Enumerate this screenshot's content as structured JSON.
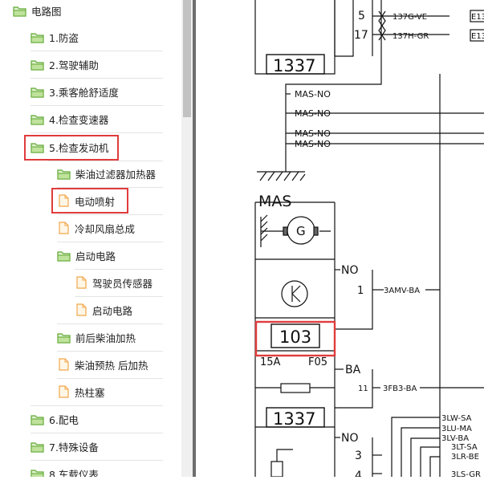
{
  "tree": {
    "root": "电路图",
    "items": [
      "1.防盗",
      "2.驾驶辅助",
      "3.乘客舱舒适度",
      "4.检查变速器",
      "5.检查发动机",
      "柴油过滤器加热器",
      "电动喷射",
      "冷却风扇总成",
      "启动电路",
      "驾驶员传感器",
      "启动电路",
      "前后柴油加热",
      "柴油预热 后加热",
      "热柱塞",
      "6.配电",
      "7.特殊设备",
      "8.车载仪表"
    ]
  },
  "diagram": {
    "pin_5": "5",
    "pin_17": "17",
    "wire_137g": "137G-VE",
    "wire_137h": "137H-GR",
    "conn_e1a": "E13",
    "conn_e1b": "E13",
    "box_1337_a": "1337",
    "mas_no_1": "MAS-NO",
    "mas_no_2": "MAS-NO",
    "mas_no_3": "MAS-NO",
    "mas_no_4": "MAS-NO",
    "ground_label": "MAS",
    "gen_label": "G",
    "no_label_1": "NO",
    "pin_1": "1",
    "wire_3amv": "3AMV-BA",
    "box_103": "103",
    "fuse_15a": "15A",
    "fuse_f05": "F05",
    "ba_label": "BA",
    "pin_11": "11",
    "wire_3fb3": "3FB3-BA",
    "box_1337_b": "1337",
    "no_label_2": "NO",
    "pin_3": "3",
    "pin_4": "4",
    "wire_3lw": "3LW-SA",
    "wire_3lu": "3LU-MA",
    "wire_3lv": "3LV-BA",
    "wire_3lt": "3LT-SA",
    "wire_3lr": "3LR-BE",
    "wire_3ls": "3LS-GR"
  },
  "colors": {
    "folder_green": "#7ec14b",
    "doc_orange": "#f0a64a",
    "highlight_red": "#e03c3c"
  }
}
